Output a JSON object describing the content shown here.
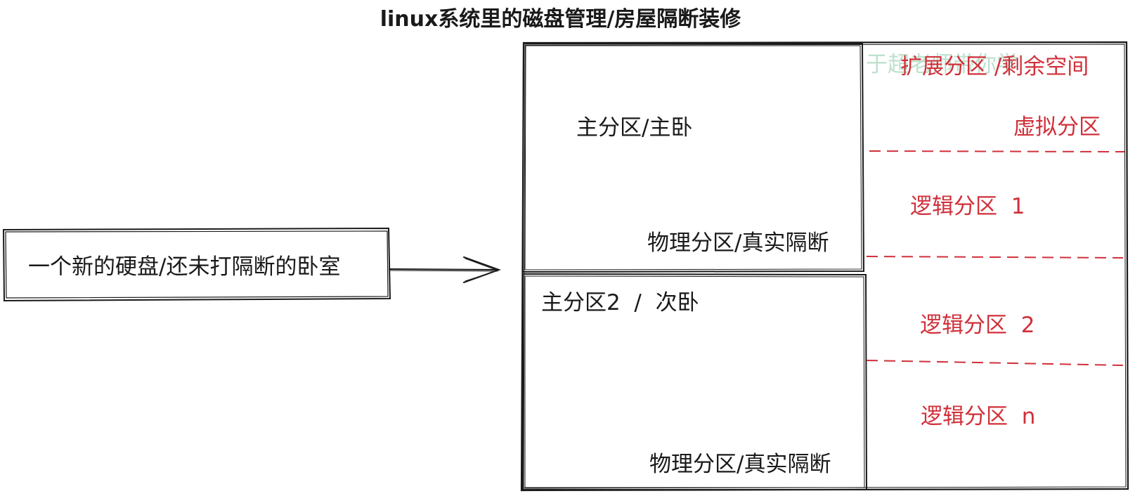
{
  "title": "linux系统里的磁盘管理/房屋隔断装修",
  "source_box": {
    "label": "一个新的硬盘/还未打隔断的卧室"
  },
  "partitions": {
    "primary1": {
      "label": "主分区/主卧",
      "sub_label": "物理分区/真实隔断"
    },
    "primary2": {
      "label": "主分区2  /  次卧",
      "sub_label": "物理分区/真实隔断"
    },
    "extended": {
      "label": "扩展分区 /剩余空间",
      "sub_label": "虚拟分区",
      "logical": [
        "逻辑分区  1",
        "逻辑分区  2",
        "逻辑分区  n"
      ]
    }
  },
  "watermark": "于超老师带你学",
  "colors": {
    "stroke": "#1a1a1a",
    "accent_red": "#d0303a",
    "watermark": "#a8d8bd"
  }
}
